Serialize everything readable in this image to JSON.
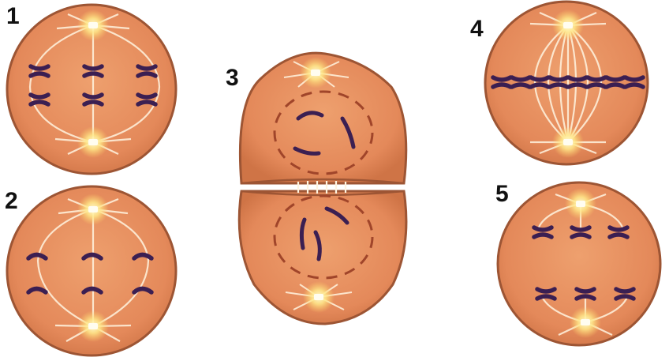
{
  "labels": {
    "cell1": "1",
    "cell2": "2",
    "cell3": "3",
    "cell4": "4",
    "cell5": "5"
  },
  "colors": {
    "cytoplasm": "#e88f5c",
    "cytoplasm_edge": "#9d5534",
    "chromosome": "#3b1f52",
    "spindle": "#fff4e0",
    "centrosome": "#ffe98a",
    "nuclear_envelope": "#a0452a"
  }
}
